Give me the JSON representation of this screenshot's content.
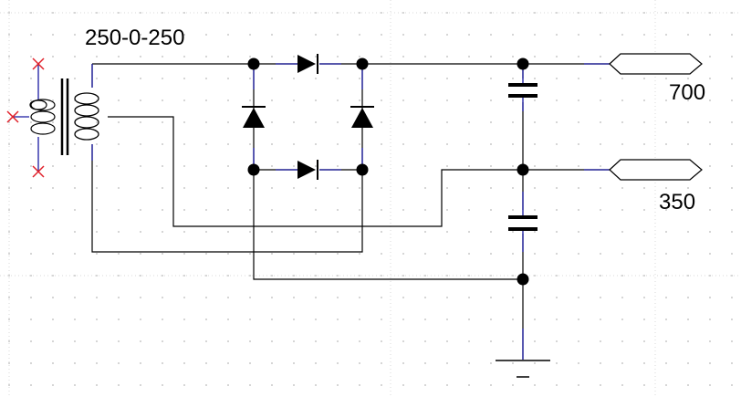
{
  "labels": {
    "transformer_rating": "250-0-250",
    "output_high": "700",
    "output_mid": "350"
  },
  "colors": {
    "wire": "#000000",
    "pin": "#1a1aa0",
    "unconnected_marker": "#e0202a",
    "grid": "#b8b8b8",
    "background": "#ffffff"
  },
  "components": {
    "transformer": "center-tapped-transformer",
    "diodes": [
      "diode-top",
      "diode-bottom",
      "diode-left",
      "diode-right"
    ],
    "capacitors": [
      "capacitor-upper",
      "capacitor-lower"
    ],
    "ground": "ground-symbol",
    "ports": [
      "output-port-700",
      "output-port-350"
    ]
  }
}
